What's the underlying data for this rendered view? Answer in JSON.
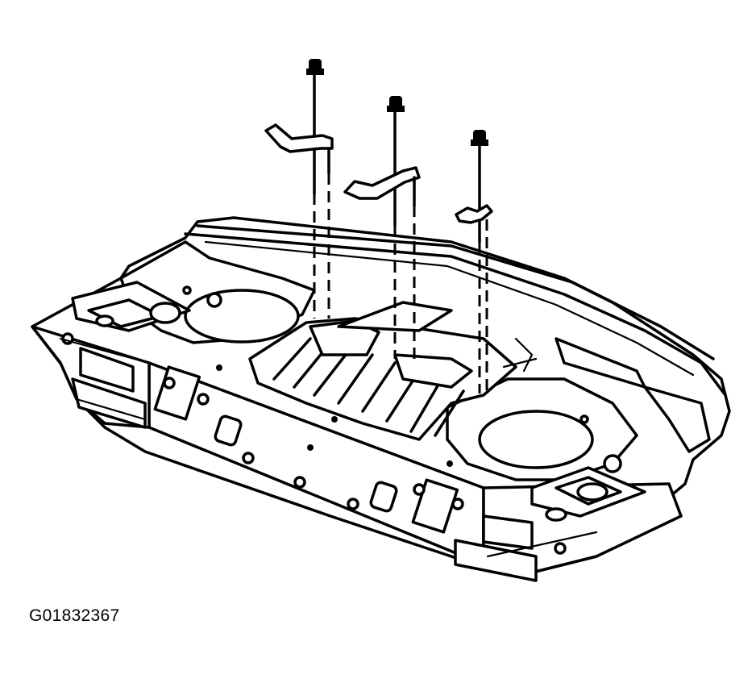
{
  "figure": {
    "id_label": "G01832367"
  },
  "parts": {
    "fasteners": [
      "bolt-left",
      "bolt-center",
      "bolt-right"
    ],
    "brackets": [
      "bracket-left",
      "bracket-center",
      "bracket-right"
    ],
    "assembly": "rear-compartment-panel"
  }
}
